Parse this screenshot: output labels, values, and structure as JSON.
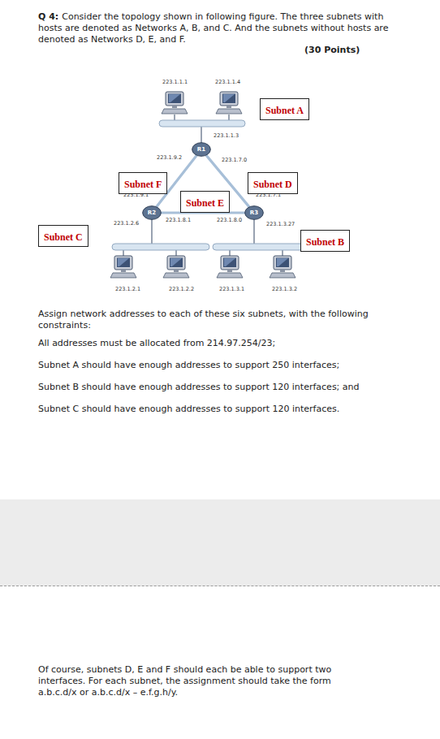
{
  "diagram": {
    "nodes": [
      {
        "text": [
          "Subnet A"
        ]
      },
      {
        "text": [
          "Subnet F"
        ]
      },
      {
        "text": [
          "Subnet D"
        ]
      },
      {
        "text": [
          "Subnet E"
        ]
      },
      {
        "text": [
          "Subnet C"
        ]
      },
      {
        "text": [
          "Subnet B"
        ]
      },
      {
        "text": [
          "R1"
        ]
      },
      {
        "text": [
          "R2"
        ]
      },
      {
        "text": [
          "R3"
        ]
      }
    ],
    "edges": [
      {
        "from": 6,
        "to": 7,
        "arrow": "none"
      },
      {
        "from": 6,
        "to": 8,
        "arrow": "none"
      },
      {
        "from": 7,
        "to": 8,
        "arrow": "none"
      }
    ],
    "labels": [
      "Q 4:",
      "Consider the topology shown in following figure. The three subnets with hosts are denoted as Networks A, B, and C. And the subnets without hosts are denoted as Networks D, E, and F.",
      "(30 Points)",
      "223.1.1.1",
      "223.1.1.4",
      "223.1.1.3",
      "223.1.9.2",
      "223.1.7.0",
      "223.1.9.1",
      "223.1.7.1",
      "223.1.8.1",
      "223.1.8.0",
      "223.1.2.6",
      "223.1.3.27",
      "223.1.2.1",
      "223.1.2.2",
      "223.1.3.1",
      "223.1.3.2",
      "Assign network addresses to each of these six subnets, with the following constraints:",
      "All addresses must be allocated from 214.97.254/23;",
      "Subnet A should have enough addresses to support 250 interfaces;",
      "Subnet B should have enough addresses to support 120 interfaces; and",
      "Subnet C should have enough addresses to support 120 interfaces.",
      "Of course, subnets D, E and F should each be able to support two interfaces. For each subnet, the assignment should take the form a.b.c.d/x or a.b.c.d/x – e.f.g.h/y."
    ]
  }
}
